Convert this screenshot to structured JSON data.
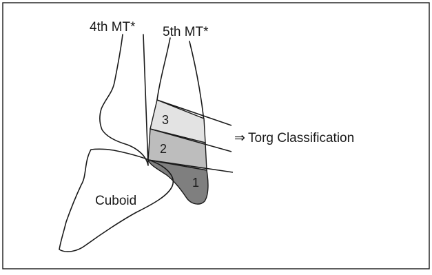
{
  "labels": {
    "fourth_mt": "4th MT*",
    "fifth_mt": "5th MT*",
    "cuboid": "Cuboid",
    "torg_arrow": "⇒",
    "torg": "Torg Classification"
  },
  "zones": [
    {
      "number": "3",
      "fill": "#e3e3e3"
    },
    {
      "number": "2",
      "fill": "#bdbdbd"
    },
    {
      "number": "1",
      "fill": "#7f7f7f"
    }
  ],
  "colors": {
    "stroke": "#1a1a1a",
    "background": "#ffffff"
  }
}
